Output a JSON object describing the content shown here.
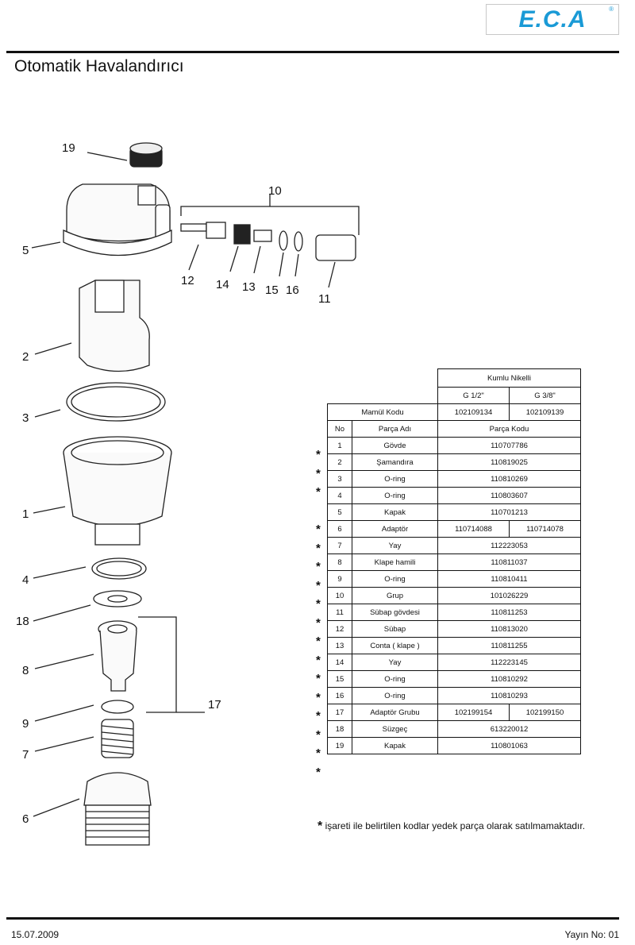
{
  "brand": {
    "logo_text": "E.C.A",
    "registered_mark": "®"
  },
  "title": "Otomatik Havalandırıcı",
  "callouts": [
    "19",
    "10",
    "5",
    "12",
    "14",
    "13",
    "15",
    "16",
    "11",
    "2",
    "3",
    "1",
    "4",
    "18",
    "8",
    "17",
    "9",
    "7",
    "6"
  ],
  "table": {
    "finish": "Kumlu Nikelli",
    "sizes": [
      "G 1/2\"",
      "G 3/8\""
    ],
    "product_code_label": "Mamül Kodu",
    "product_codes": [
      "102109134",
      "102109139"
    ],
    "col_no": "No",
    "col_name": "Parça Adı",
    "col_code": "Parça Kodu",
    "rows": [
      {
        "no": "1",
        "name": "Gövde",
        "code": "110707786",
        "star": true
      },
      {
        "no": "2",
        "name": "Şamandıra",
        "code": "110819025",
        "star": true
      },
      {
        "no": "3",
        "name": "O-ring",
        "code": "110810269",
        "star": true
      },
      {
        "no": "4",
        "name": "O-ring",
        "code": "110803607",
        "star": false
      },
      {
        "no": "5",
        "name": "Kapak",
        "code": "110701213",
        "star": true
      },
      {
        "no": "6",
        "name": "Adaptör",
        "code_a": "110714088",
        "code_b": "110714078",
        "star": true
      },
      {
        "no": "7",
        "name": "Yay",
        "code": "112223053",
        "star": true
      },
      {
        "no": "8",
        "name": "Klape hamili",
        "code": "110811037",
        "star": true
      },
      {
        "no": "9",
        "name": "O-ring",
        "code": "110810411",
        "star": true
      },
      {
        "no": "10",
        "name": "Grup",
        "code": "101026229",
        "star": true
      },
      {
        "no": "11",
        "name": "Sübap gövdesi",
        "code": "110811253",
        "star": true
      },
      {
        "no": "12",
        "name": "Sübap",
        "code": "110813020",
        "star": true
      },
      {
        "no": "13",
        "name": "Conta ( klape )",
        "code": "110811255",
        "star": true
      },
      {
        "no": "14",
        "name": "Yay",
        "code": "112223145",
        "star": true
      },
      {
        "no": "15",
        "name": "O-ring",
        "code": "110810292",
        "star": true
      },
      {
        "no": "16",
        "name": "O-ring",
        "code": "110810293",
        "star": true
      },
      {
        "no": "17",
        "name": "Adaptör Grubu",
        "code_a": "102199154",
        "code_b": "102199150",
        "star": true
      },
      {
        "no": "18",
        "name": "Süzgeç",
        "code": "613220012",
        "star": true
      },
      {
        "no": "19",
        "name": "Kapak",
        "code": "110801063",
        "star": false
      }
    ]
  },
  "note": {
    "marker": "*",
    "text": "işareti ile belirtilen kodlar yedek parça olarak satılmamaktadır."
  },
  "footer": {
    "date": "15.07.2009",
    "version": "Yayın No: 01"
  },
  "colors": {
    "brand_blue": "#1a9ad6",
    "line": "#111111"
  }
}
